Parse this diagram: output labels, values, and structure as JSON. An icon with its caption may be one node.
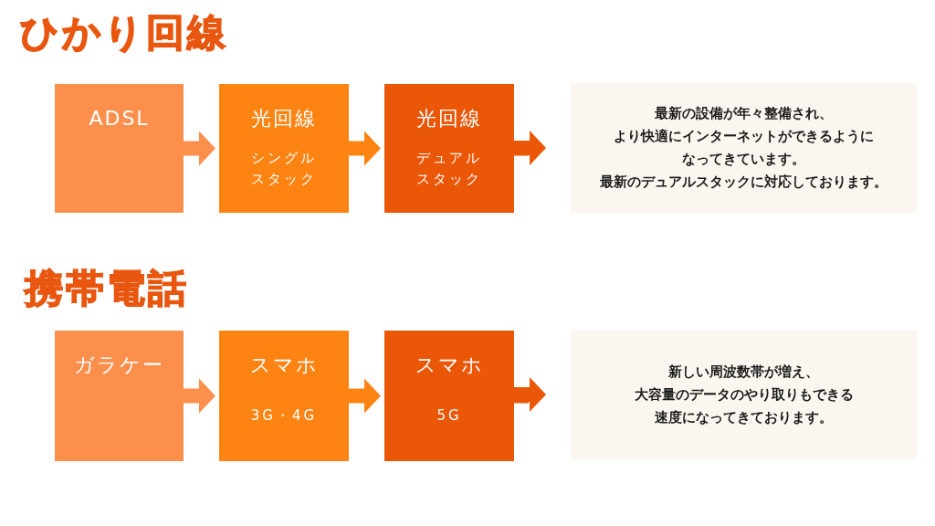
{
  "diagram": {
    "nodes": [
      {
        "text": [
          "ADSL"
        ]
      },
      {
        "text": [
          "光回線",
          "シングルスタック"
        ]
      },
      {
        "text": [
          "光回線",
          "デュアルスタック"
        ]
      },
      {
        "text": [
          "最新の設備が年々整備され、より快適にインターネットができるようになってきています。",
          "最新のデュアルスタックに対応しております。"
        ]
      },
      {
        "text": [
          "ガラケー"
        ]
      },
      {
        "text": [
          "スマホ",
          "3G・4G"
        ]
      },
      {
        "text": [
          "スマホ",
          "5G"
        ]
      },
      {
        "text": [
          "新しい周波数帯が増え、大容量のデータのやり取りもできる速度になってきております。"
        ]
      }
    ],
    "edges": [
      {
        "from": 0,
        "to": 1,
        "arrow": "to",
        "color": "#fd8f4d"
      },
      {
        "from": 1,
        "to": 2,
        "arrow": "to",
        "color": "#fd8413"
      },
      {
        "from": 2,
        "to": 3,
        "arrow": "to",
        "color": "#ea5707"
      },
      {
        "from": 4,
        "to": 5,
        "arrow": "to",
        "color": "#fd8f4d"
      },
      {
        "from": 5,
        "to": 6,
        "arrow": "to",
        "color": "#fd8413"
      },
      {
        "from": 6,
        "to": 7,
        "arrow": "to",
        "color": "#ea5707"
      }
    ],
    "labels": [
      "ひかり回線",
      "携帯電話"
    ]
  }
}
